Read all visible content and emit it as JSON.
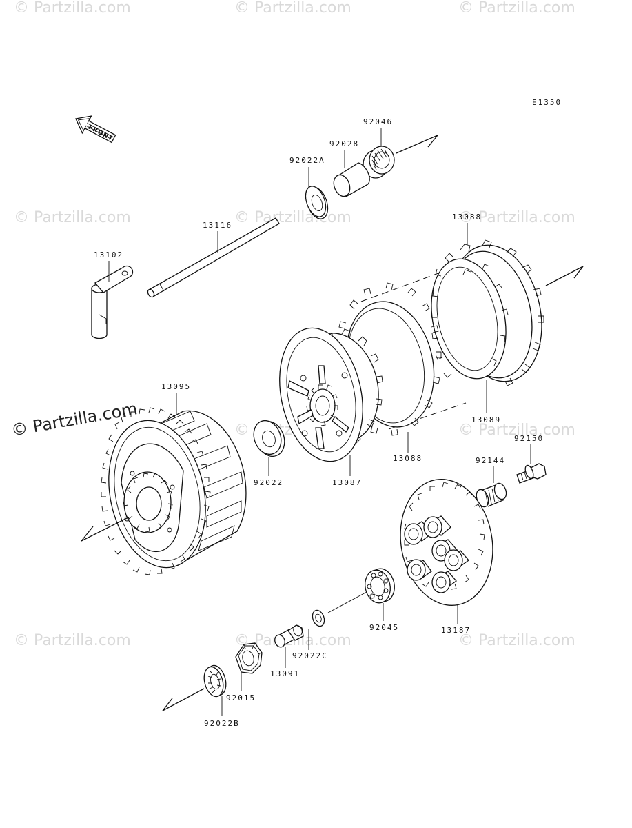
{
  "diagram_code": "E1350",
  "front_label": "FRONT",
  "watermark": "© Partzilla.com",
  "parts": {
    "p92046": "92046",
    "p92028": "92028",
    "p92022A": "92022A",
    "p13116": "13116",
    "p13102": "13102",
    "p13088_top": "13088",
    "p13095": "13095",
    "p92022": "92022",
    "p13087": "13087",
    "p13088_bottom": "13088",
    "p13089": "13089",
    "p92150": "92150",
    "p92144": "92144",
    "p92045": "92045",
    "p13187": "13187",
    "p92022C": "92022C",
    "p13091": "13091",
    "p92015": "92015",
    "p92022B": "92022B"
  }
}
